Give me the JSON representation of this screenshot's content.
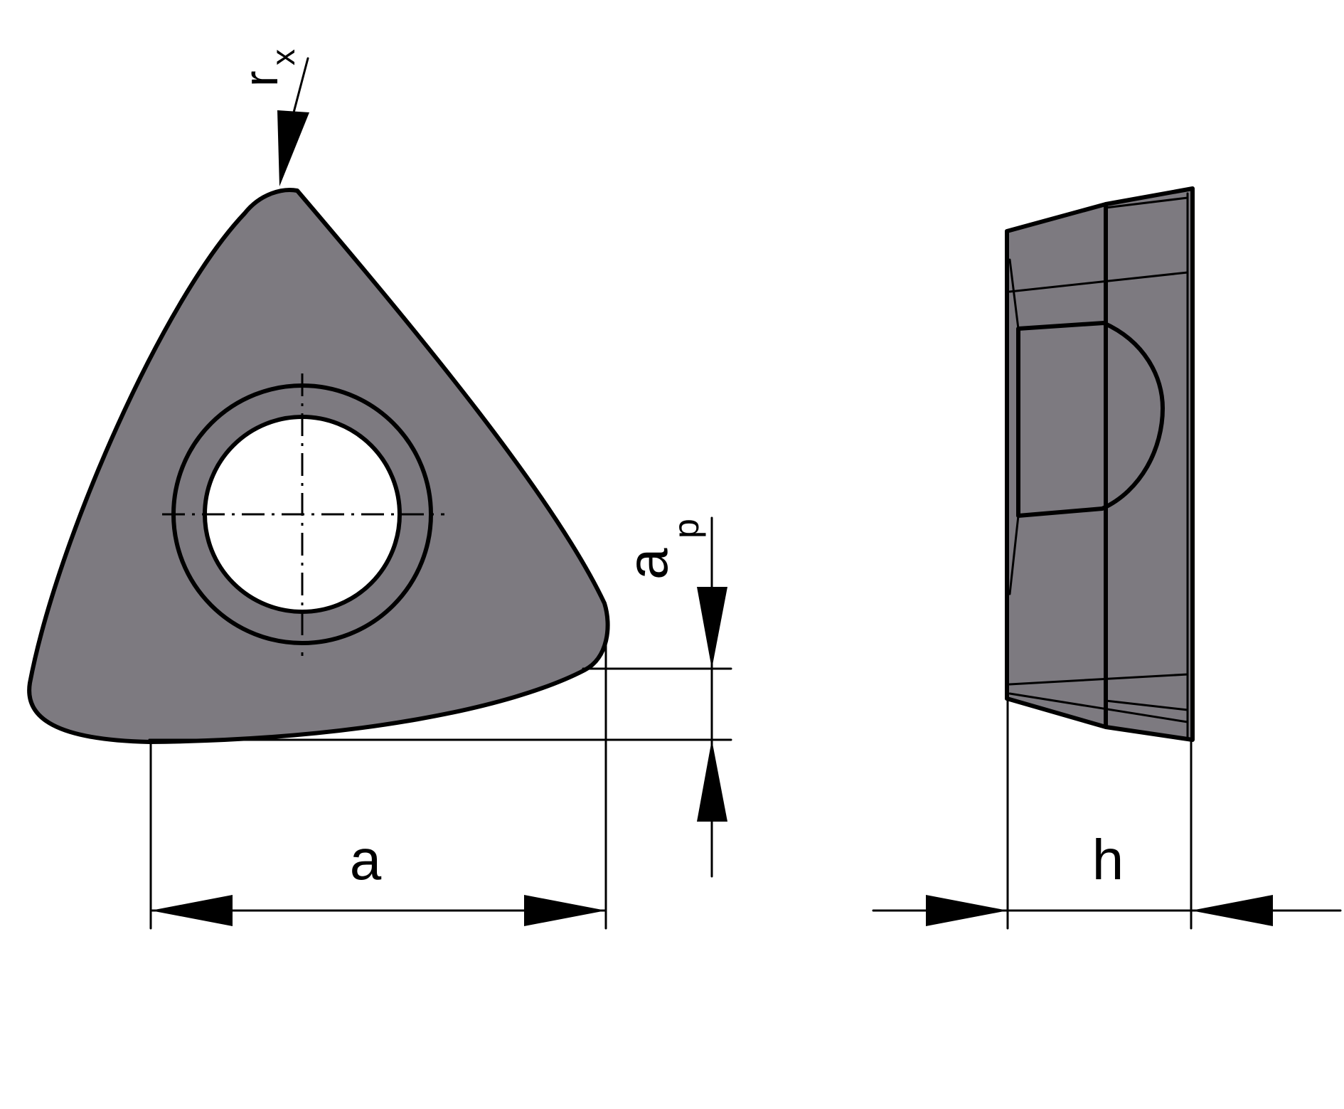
{
  "labels": {
    "corner_radius": "r",
    "corner_radius_sub": "x",
    "depth_of_cut": "a",
    "depth_of_cut_sub": "p",
    "edge_length": "a",
    "thickness": "h"
  },
  "colors": {
    "insert_fill": "#7d7a80",
    "line": "#000000",
    "hole": "#ffffff",
    "background": "#ffffff"
  }
}
